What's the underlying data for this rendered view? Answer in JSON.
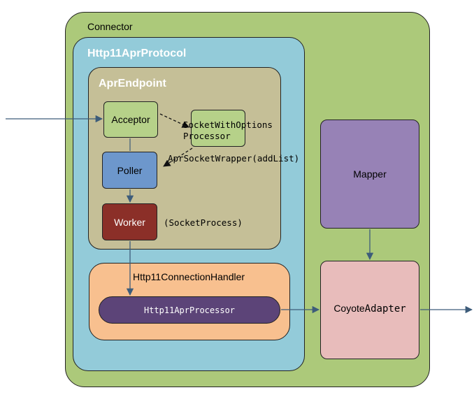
{
  "connector": {
    "title": "Connector",
    "fill": "#acc97a"
  },
  "protocol": {
    "title": "Http11AprProtocol",
    "fill": "#93cbd9"
  },
  "endpoint": {
    "title": "AprEndpoint",
    "fill": "#c5bf97"
  },
  "acceptor": {
    "label": "Acceptor",
    "fill": "#b6d189"
  },
  "socket_processor": {
    "line1": "SocketWithOptions",
    "line2": "Processor",
    "fill": "#b6d189"
  },
  "poller": {
    "label": "Poller",
    "fill": "#6d97cc"
  },
  "worker": {
    "label": "Worker",
    "fill": "#8b2f28"
  },
  "labels": {
    "apr_socket_wrapper": "AprSocketWrapper(addList)",
    "socket_process": "(SocketProcess)"
  },
  "handler": {
    "title": "Http11ConnectionHandler",
    "fill": "#f8c08f"
  },
  "processor": {
    "label": "Http11AprProcessor",
    "fill": "#5c4478"
  },
  "mapper": {
    "label": "Mapper",
    "fill": "#9782b6"
  },
  "adapter": {
    "label_part1": "Coyote",
    "label_part2": "Adapter",
    "fill": "#e8bcbb"
  },
  "colors": {
    "arrow": "#3d5c7a",
    "black_arrow": "#111111"
  }
}
